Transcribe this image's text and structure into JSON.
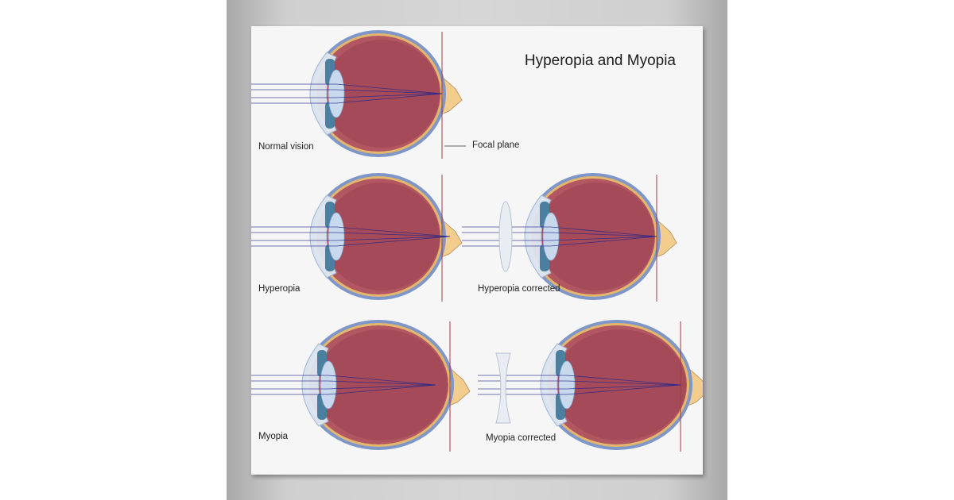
{
  "title": "Hyperopia and Myopia",
  "labels": {
    "normal": "Normal vision",
    "focal_plane": "Focal plane",
    "hyperopia": "Hyperopia",
    "hyperopia_corrected": "Hyperopia corrected",
    "myopia": "Myopia",
    "myopia_corrected": "Myopia corrected"
  },
  "colors": {
    "sclera": "#7f96c9",
    "choroid": "#e5b76d",
    "retina": "#b25761",
    "vitreous": "#a44a59",
    "cornea": "#dfe8f3",
    "iris": "#4a7f9f",
    "lens": "#c8d9ee",
    "nerve": "#f2cd8e",
    "ray": "#27278a",
    "focal_line": "#9e3a48"
  }
}
